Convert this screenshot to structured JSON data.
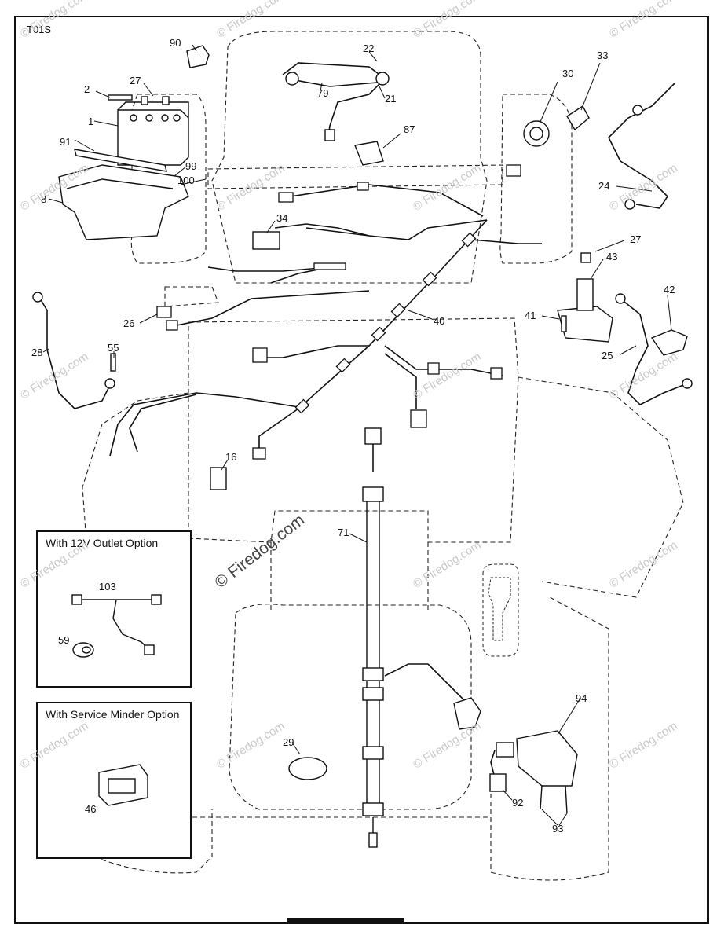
{
  "sheet_id": "T01S",
  "watermark": "© Firedog.com",
  "insets": {
    "outlet": {
      "title": "With 12V Outlet Option"
    },
    "service": {
      "title": "With Service Minder Option"
    }
  },
  "callouts": [
    "90",
    "22",
    "2",
    "27",
    "79",
    "21",
    "30",
    "33",
    "1",
    "87",
    "91",
    "99",
    "100",
    "8",
    "24",
    "34",
    "27",
    "43",
    "42",
    "41",
    "26",
    "40",
    "28",
    "55",
    "25",
    "16",
    "71",
    "103",
    "59",
    "29",
    "94",
    "46",
    "92",
    "93"
  ]
}
